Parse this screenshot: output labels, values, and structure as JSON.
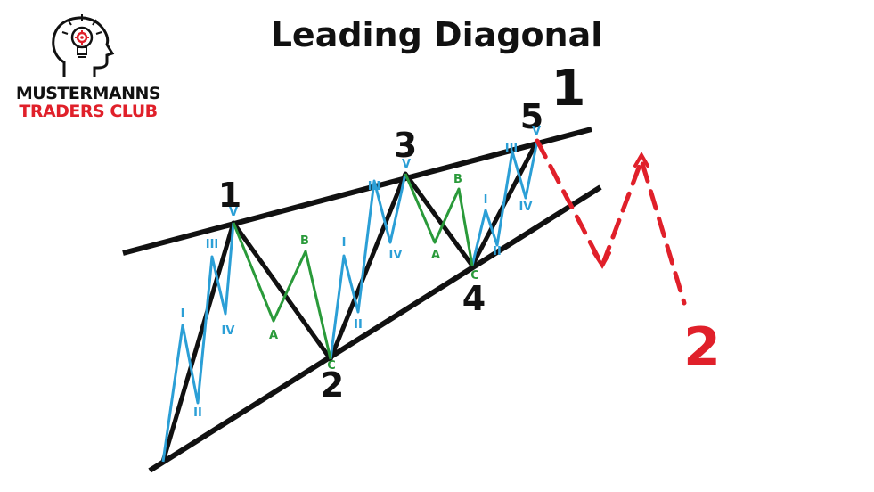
{
  "title": "Leading Diagonal",
  "brand": {
    "line1": "MUSTERMANNS",
    "line2": "TRADERS CLUB"
  },
  "colors": {
    "primary": "#111111",
    "sub": "#2b9fd6",
    "correction": "#2a9a3a",
    "projection": "#e0202a"
  },
  "degree_label": "1",
  "main_waves": [
    "1",
    "2",
    "3",
    "4",
    "5"
  ],
  "projection_label": "2",
  "sub_waves_1": [
    "I",
    "II",
    "III",
    "IV",
    "V"
  ],
  "correction_2": [
    "A",
    "B",
    "C"
  ],
  "sub_waves_3": [
    "I",
    "II",
    "III",
    "IV",
    "V"
  ],
  "correction_4": [
    "A",
    "B",
    "C"
  ],
  "sub_waves_5": [
    "I",
    "II",
    "III",
    "IV",
    "V"
  ]
}
